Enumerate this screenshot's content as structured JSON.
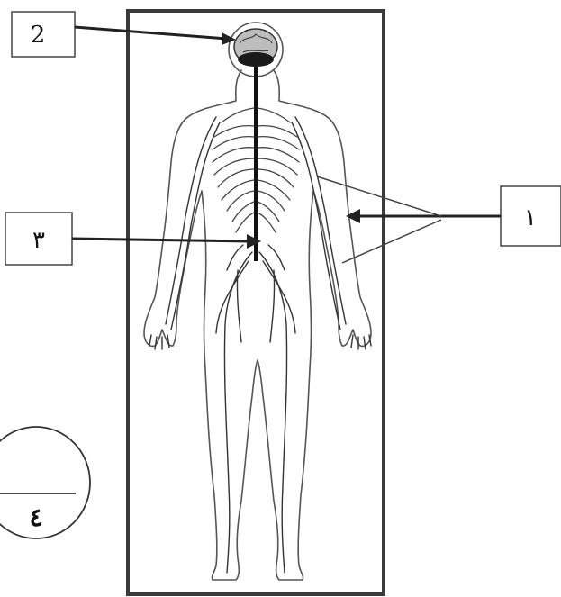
{
  "diagram": {
    "labels": {
      "brain": "2",
      "spinal_cord": "٣",
      "nerves": "١"
    },
    "score": {
      "total": "٤",
      "obtained": ""
    }
  }
}
